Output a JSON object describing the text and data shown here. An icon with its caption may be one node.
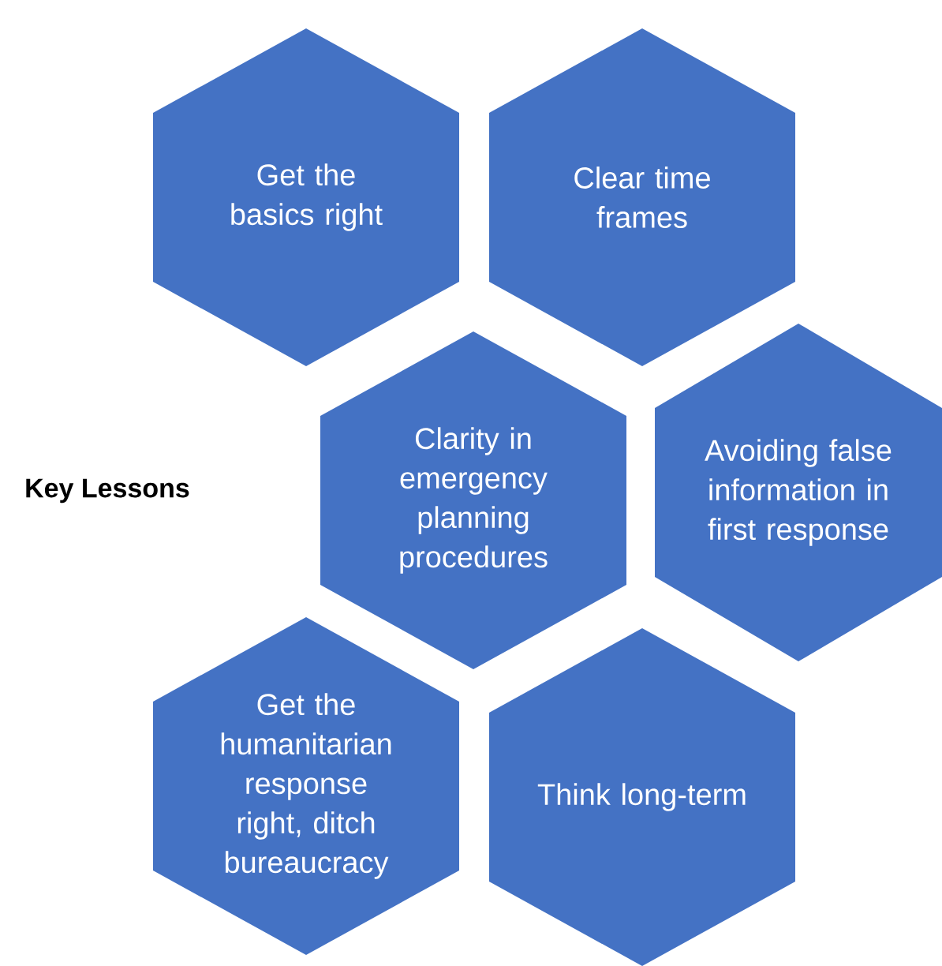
{
  "diagram": {
    "nodes": [
      {
        "text": [
          "Get the basics right"
        ]
      },
      {
        "text": [
          "Clear time frames"
        ]
      },
      {
        "text": [
          "Clarity in emergency planning procedures"
        ]
      },
      {
        "text": [
          "Avoiding false information in first response"
        ]
      },
      {
        "text": [
          "Get the humanitarian response right, ditch bureaucracy"
        ]
      },
      {
        "text": [
          "Think long-term"
        ]
      }
    ],
    "labels": [
      "Key Lessons"
    ]
  }
}
